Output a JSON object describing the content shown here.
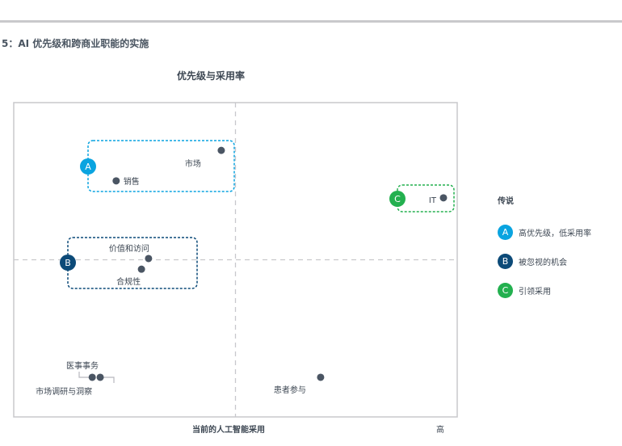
{
  "figure_title": "5：AI 优先级和跨商业职能的实施",
  "colors": {
    "point": "#4a5563",
    "A": "#0aa4e0",
    "B": "#0c4a78",
    "C": "#23b04f",
    "axis": "#c8c8cc"
  },
  "chart_data": {
    "type": "scatter",
    "title": "优先级与采用率",
    "xlabel": "当前的人工智能采用",
    "x_high_label": "高",
    "ylabel": "",
    "xlim": [
      0,
      100
    ],
    "ylim": [
      0,
      100
    ],
    "grid": false,
    "quadrant_lines": [
      50,
      50
    ],
    "legend_position": "right",
    "points": [
      {
        "label": "市场",
        "x": 46.8,
        "y": 84.8,
        "group": "A"
      },
      {
        "label": "销售",
        "x": 23.1,
        "y": 75.1,
        "group": "A"
      },
      {
        "label": "IT",
        "x": 96.9,
        "y": 69.7,
        "group": "C"
      },
      {
        "label": "价值和访问",
        "x": 30.4,
        "y": 50.4,
        "group": "B"
      },
      {
        "label": "合规性",
        "x": 28.8,
        "y": 47.0,
        "group": "B"
      },
      {
        "label": "医事事务",
        "x": 19.5,
        "y": 12.6
      },
      {
        "label": "市场调研与洞察",
        "x": 17.7,
        "y": 12.6
      },
      {
        "label": "患者参与",
        "x": 69.2,
        "y": 12.6
      }
    ],
    "groups": [
      {
        "id": "A",
        "badge": "A",
        "name": "高优先级，低采用率"
      },
      {
        "id": "B",
        "badge": "B",
        "name": "被忽视的机会"
      },
      {
        "id": "C",
        "badge": "C",
        "name": "引领采用"
      }
    ]
  },
  "legend": {
    "title": "传说"
  }
}
